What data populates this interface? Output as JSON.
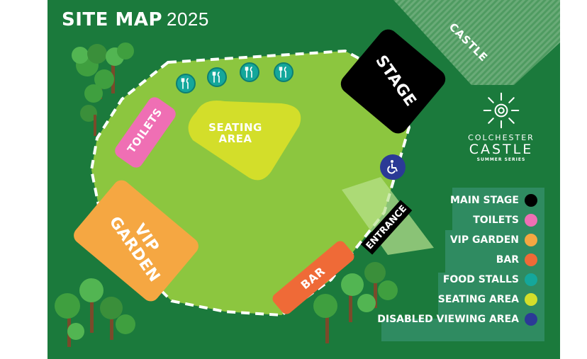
{
  "title": {
    "main": "SITE MAP",
    "year": "2025"
  },
  "castle": {
    "label": "CASTLE"
  },
  "zones": {
    "stage": "STAGE",
    "toilets": "TOILETS",
    "seating": "SEATING\nAREA",
    "vip": "VIP\nGARDEN",
    "bar": "BAR",
    "entrance": "ENTRANCE"
  },
  "icons": {
    "food": [
      "fork-knife-icon",
      "fork-knife-icon",
      "fork-knife-icon",
      "fork-knife-icon"
    ],
    "disabled": "wheelchair-icon"
  },
  "brand": {
    "line1": "COLCHESTER",
    "line2": "CASTLE",
    "line3": "SUMMER SERIES"
  },
  "legend": [
    {
      "label": "MAIN STAGE",
      "color": "#000000"
    },
    {
      "label": "TOILETS",
      "color": "#ef6fb4"
    },
    {
      "label": "VIP GARDEN",
      "color": "#f5a742"
    },
    {
      "label": "BAR",
      "color": "#ef6a37"
    },
    {
      "label": "FOOD STALLS",
      "color": "#14a79b"
    },
    {
      "label": "SEATING AREA",
      "color": "#d3de2a"
    },
    {
      "label": "DISABLED VIEWING AREA",
      "color": "#2b3a96"
    }
  ],
  "colors": {
    "background": "#1b7a3c",
    "field": "#8cc63f",
    "legend_panel": "#2f8b61"
  }
}
